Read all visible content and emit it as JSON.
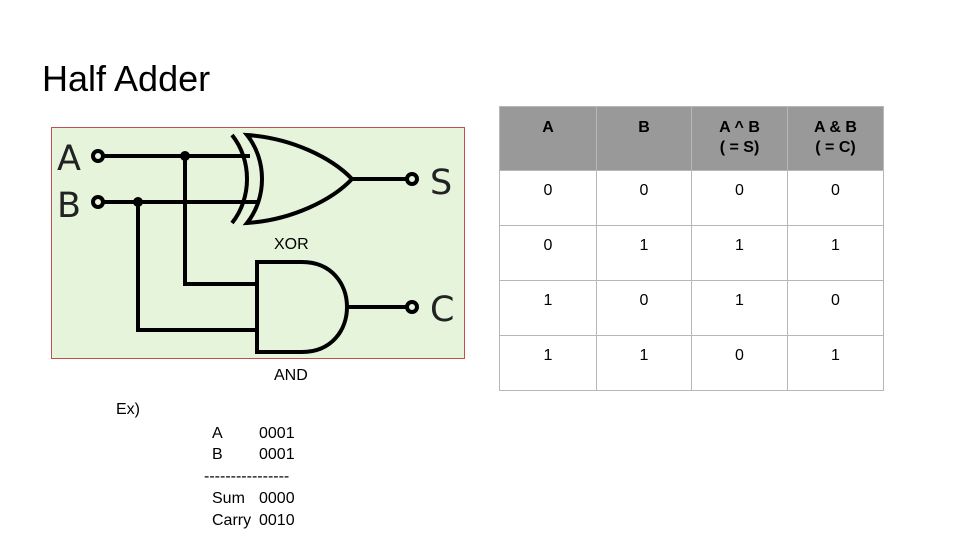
{
  "slide": {
    "title": "Half Adder"
  },
  "diagram": {
    "inputs": [
      "A",
      "B"
    ],
    "outputs": [
      "S",
      "C"
    ],
    "gates": [
      "XOR",
      "AND"
    ]
  },
  "truth_table": {
    "headers": [
      [
        "A"
      ],
      [
        "B"
      ],
      [
        "A ^ B",
        "( = S)"
      ],
      [
        "A & B",
        "( = C)"
      ]
    ],
    "rows": [
      [
        "0",
        "0",
        "0",
        "0"
      ],
      [
        "0",
        "1",
        "1",
        "1"
      ],
      [
        "1",
        "0",
        "1",
        "0"
      ],
      [
        "1",
        "1",
        "0",
        "1"
      ]
    ]
  },
  "example": {
    "label": "Ex)",
    "a_label": "A",
    "a_value": "0001",
    "b_label": "B",
    "b_value": "0001",
    "rule": "----------------",
    "sum_label": "Sum",
    "sum_value": "0000",
    "carry_label": "Carry",
    "carry_value": "0010"
  }
}
